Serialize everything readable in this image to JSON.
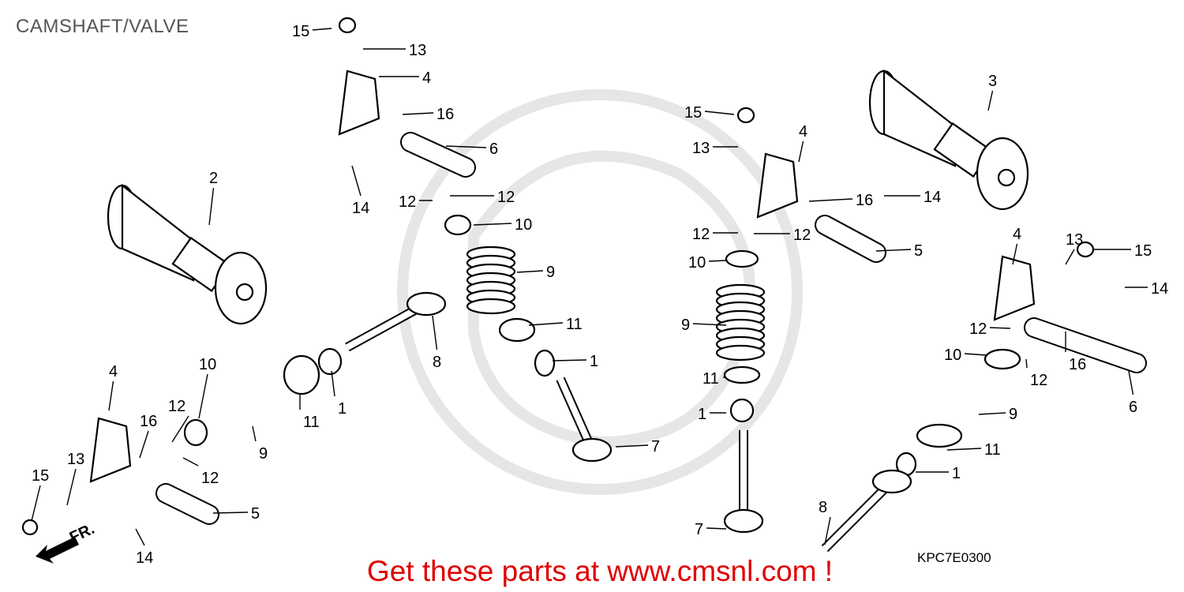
{
  "title": "CAMSHAFT/VALVE",
  "diagram_code": "KPC7E0300",
  "banner": "Get these parts at www.cmsnl.com !",
  "front_label": "FR.",
  "callouts": [
    "15",
    "13",
    "4",
    "16",
    "6",
    "14",
    "12",
    "12",
    "10",
    "9",
    "11",
    "1",
    "7",
    "8",
    "2",
    "4",
    "10",
    "16",
    "12",
    "12",
    "13",
    "15",
    "14",
    "5",
    "9",
    "11",
    "1",
    "3",
    "15",
    "13",
    "4",
    "14",
    "16",
    "5",
    "12",
    "12",
    "10",
    "9",
    "11",
    "1",
    "7",
    "4",
    "13",
    "15",
    "14",
    "12",
    "10",
    "16",
    "12",
    "6",
    "9",
    "11",
    "1",
    "8"
  ]
}
